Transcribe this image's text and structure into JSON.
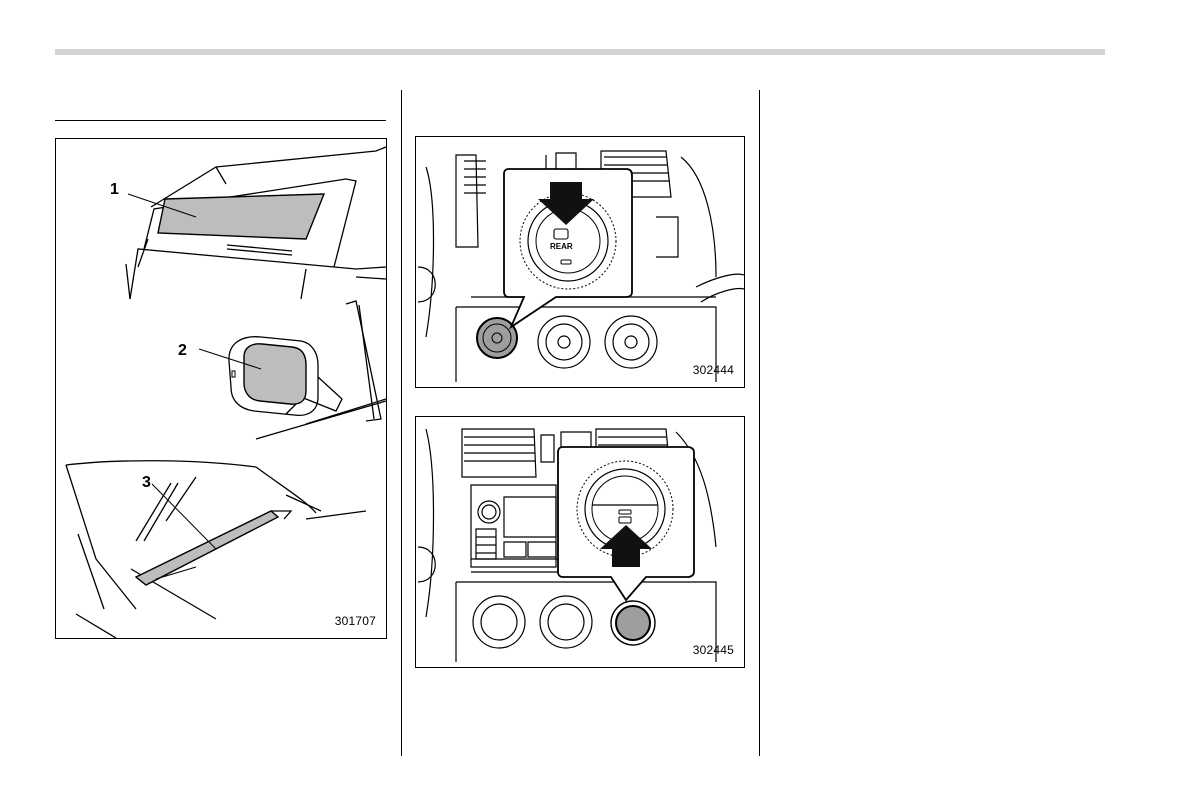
{
  "figures": {
    "windows": {
      "code": "301707",
      "callouts": [
        "1",
        "2",
        "3"
      ]
    },
    "defogger_type_a": {
      "code": "302444",
      "button_label": "REAR"
    },
    "defogger_type_b": {
      "code": "302445"
    }
  }
}
